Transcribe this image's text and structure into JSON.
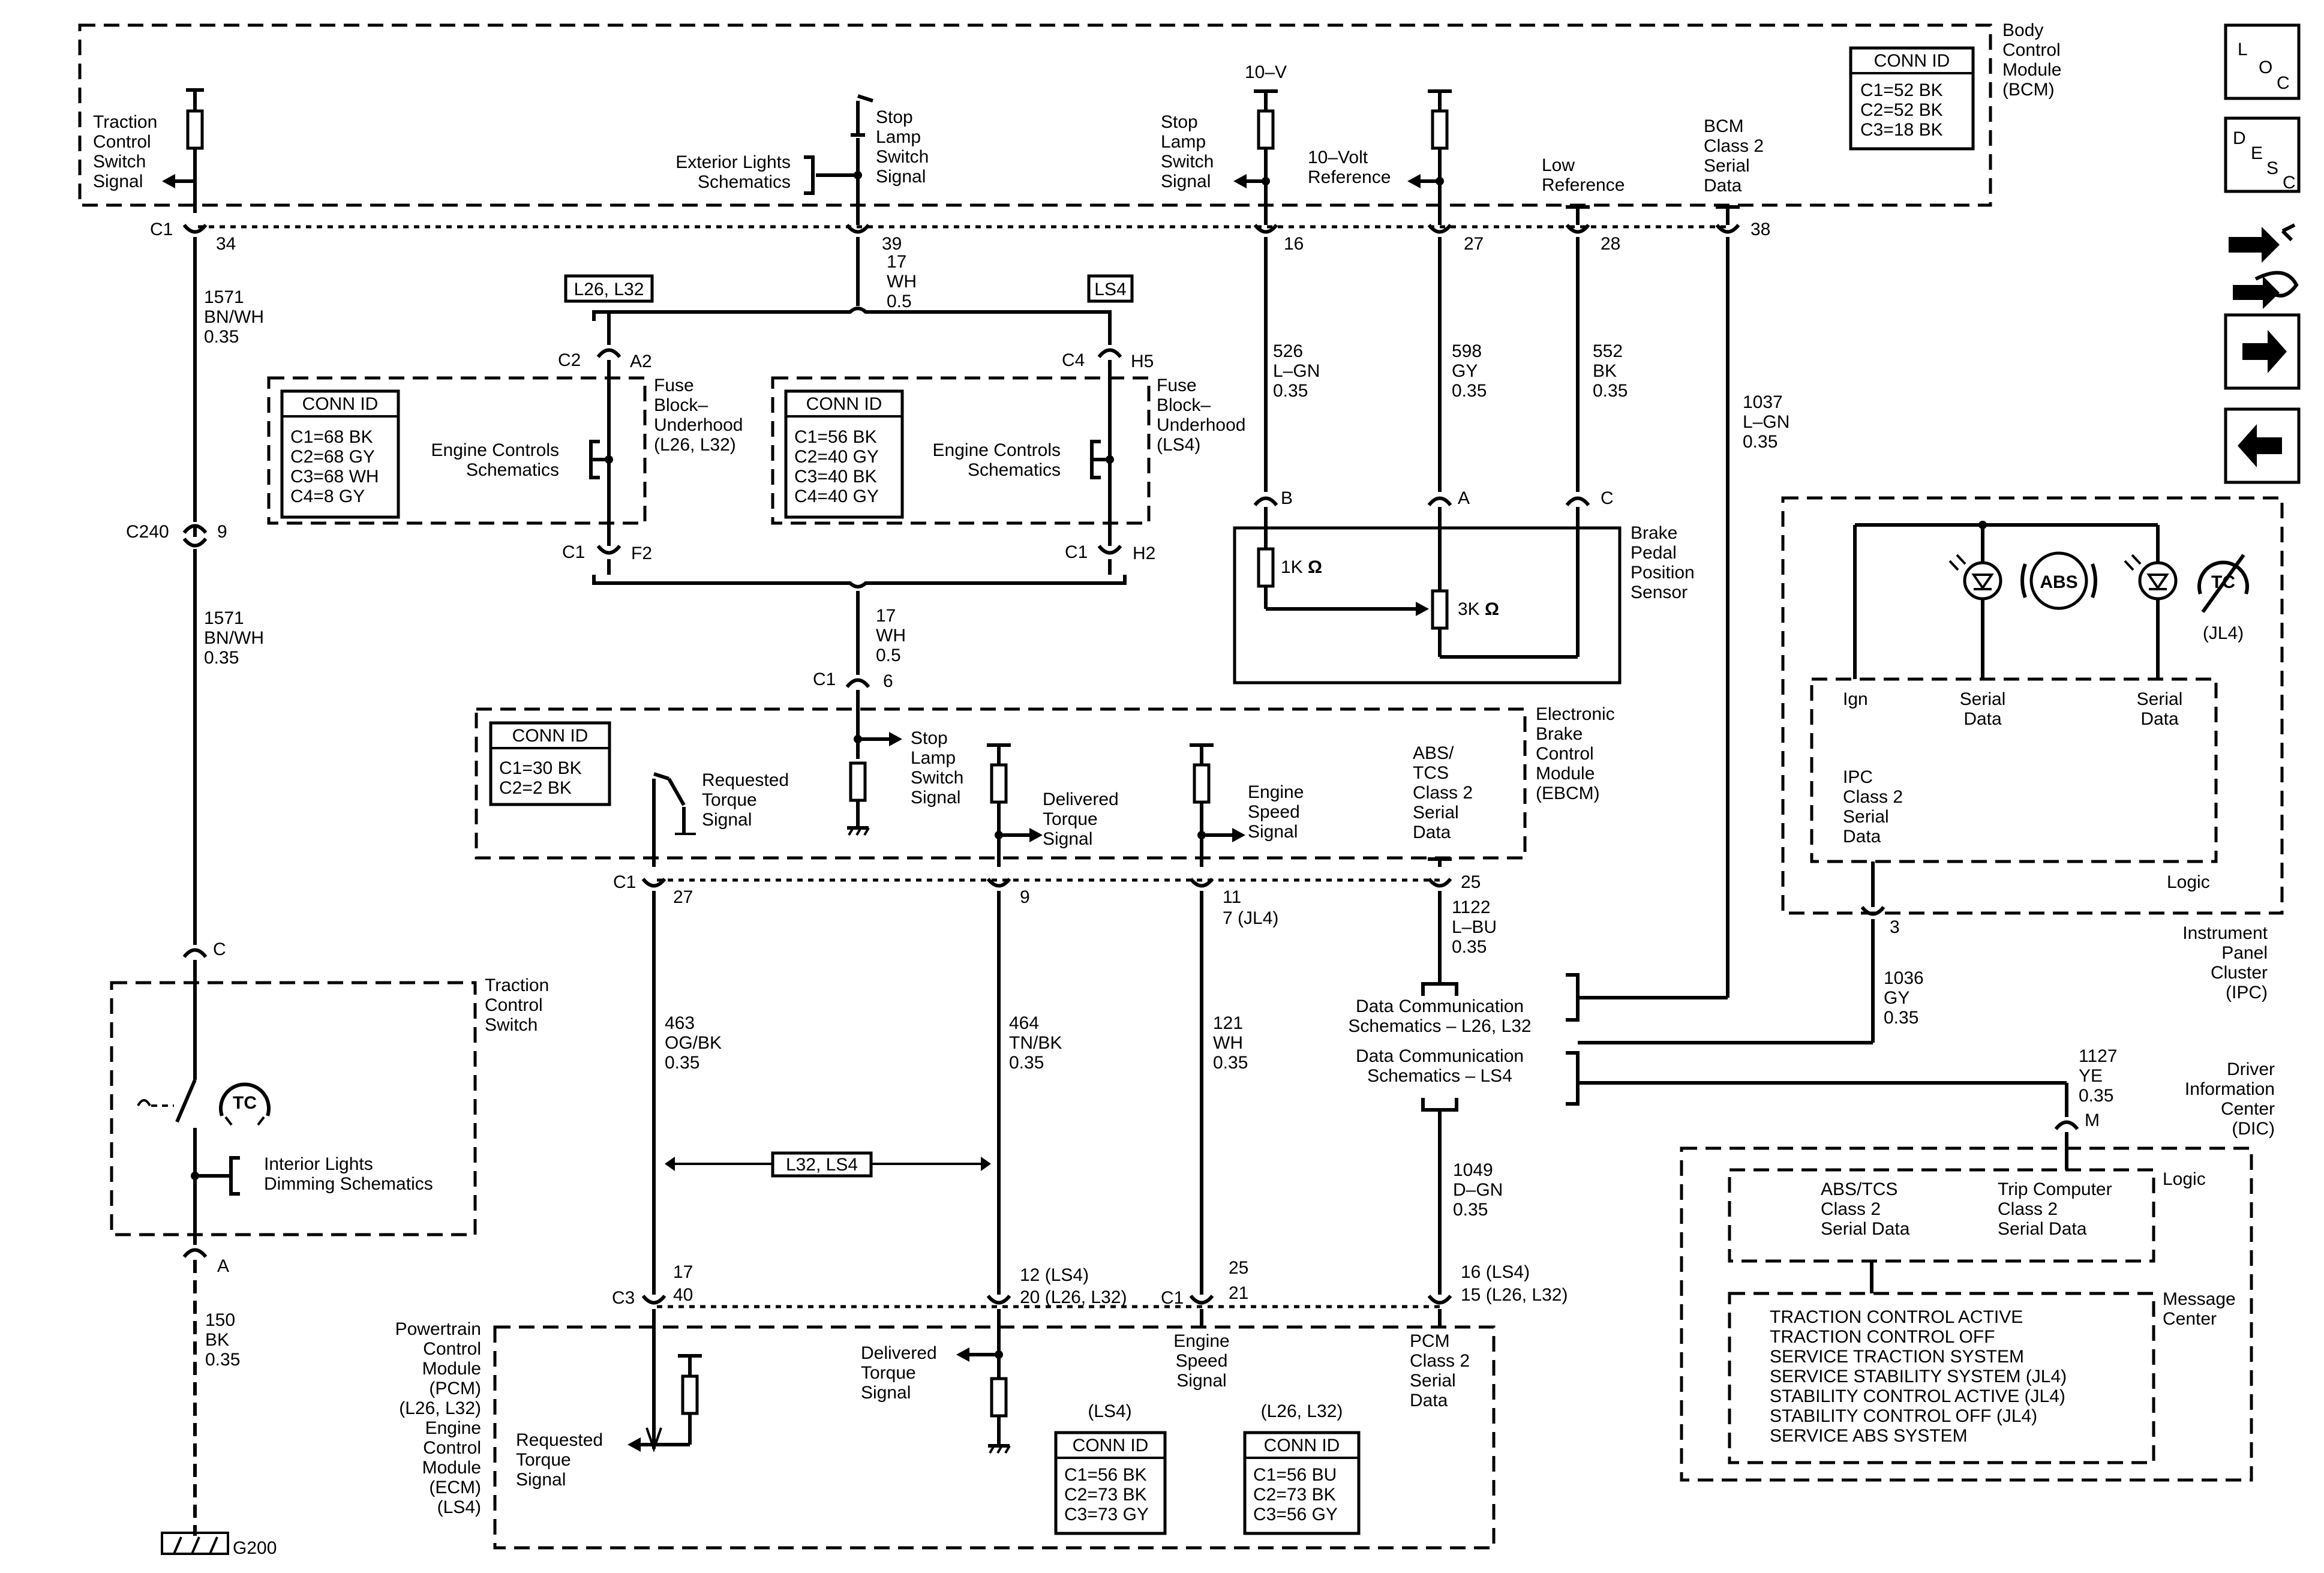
{
  "modules": {
    "bcm": "Body\nControl\nModule\n(BCM)",
    "ebcm": "Electronic\nBrake\nControl\nModule\n(EBCM)",
    "ipc": "Instrument\nPanel\nCluster\n(IPC)",
    "dic": "Driver\nInformation\nCenter\n(DIC)",
    "pcm": "Powertrain\nControl\nModule\n(PCM)\n(L26, L32)\nEngine\nControl\nModule\n(ECM)\n(LS4)",
    "tcs_switch": "Traction\nControl\nSwitch",
    "bpp_sensor": "Brake\nPedal\nPosition\nSensor",
    "fuse_block_a": "Fuse\nBlock–\nUnderhood\n(L26, L32)",
    "fuse_block_b": "Fuse\nBlock–\nUnderhood\n(LS4)"
  },
  "conn_ids": {
    "title": "CONN ID",
    "bcm": [
      "C1=52 BK",
      "C2=52 BK",
      "C3=18 BK"
    ],
    "fuse_a": [
      "C1=68 BK",
      "C2=68 GY",
      "C3=68 WH",
      "C4=8 GY"
    ],
    "fuse_b": [
      "C1=56 BK",
      "C2=40 GY",
      "C3=40 BK",
      "C4=40 GY"
    ],
    "ebcm": [
      "C1=30 BK",
      "C2=2 BK"
    ],
    "pcm_ls4": [
      "C1=56 BK",
      "C2=73 BK",
      "C3=73 GY"
    ],
    "pcm_l26": [
      "C1=56 BU",
      "C2=73 BK",
      "C3=56 GY"
    ]
  },
  "options": {
    "l26_l32": "L26, L32",
    "ls4": "LS4",
    "l32_ls4": "L32, LS4",
    "ls4_paren": "(LS4)",
    "l26_l32_paren": "(L26, L32)",
    "jl4": "(JL4)"
  },
  "labels": {
    "tcs_signal": "Traction\nControl\nSwitch\nSignal",
    "stop_lamp_switch": "Stop\nLamp\nSwitch\nSignal",
    "exterior_lights": "Exterior Lights\nSchematics",
    "stop_lamp_switch_bcm": "Stop\nLamp\nSwitch\nSignal",
    "ten_v": "10–V",
    "ten_v_ref": "10–Volt\nReference",
    "low_ref": "Low\nReference",
    "bcm_class2": "BCM\nClass 2\nSerial\nData",
    "engine_controls": "Engine Controls\nSchematics",
    "res_1k": "1K",
    "res_3k": "3K",
    "ohm": "Ω",
    "requested_torque": "Requested\nTorque\nSignal",
    "stop_lamp_ebcm": "Stop\nLamp\nSwitch\nSignal",
    "delivered_torque": "Delivered\nTorque\nSignal",
    "engine_speed": "Engine\nSpeed\nSignal",
    "abs_tcs_class2": "ABS/\nTCS\nClass 2\nSerial\nData",
    "data_comm_l26": "Data Communication\nSchematics – L26, L32",
    "data_comm_ls4": "Data Communication\nSchematics – LS4",
    "interior_lights": "Interior Lights\nDimming Schematics",
    "ign": "Ign",
    "serial_data": "Serial\nData",
    "ipc_class2": "IPC\nClass 2\nSerial\nData",
    "logic": "Logic",
    "abs_tcs_serial": "ABS/TCS\nClass 2\nSerial Data",
    "trip_computer": "Trip Computer\nClass 2\nSerial Data",
    "message_center": "Message\nCenter",
    "requested_torque_pcm": "Requested\nTorque\nSignal",
    "delivered_torque_pcm": "Delivered\nTorque\nSignal",
    "engine_speed_pcm": "Engine\nSpeed\nSignal",
    "pcm_class2": "PCM\nClass 2\nSerial\nData",
    "abs_icon": "ABS",
    "tc_icon": "TC",
    "g200": "G200"
  },
  "messages": [
    "TRACTION CONTROL ACTIVE",
    "TRACTION CONTROL OFF",
    "SERVICE TRACTION SYSTEM",
    "SERVICE STABILITY SYSTEM (JL4)",
    "STABILITY CONTROL ACTIVE (JL4)",
    "STABILITY CONTROL OFF (JL4)",
    "SERVICE ABS SYSTEM"
  ],
  "connectors": {
    "c1": "C1",
    "c2": "C2",
    "c3": "C3",
    "c4": "C4",
    "c240": "C240",
    "c": "C",
    "a": "A",
    "b": "B",
    "m": "M"
  },
  "pins": {
    "p34": "34",
    "p39": "39",
    "p16": "16",
    "p27": "27",
    "p28": "28",
    "p38": "38",
    "a2": "A2",
    "h5": "H5",
    "f2": "F2",
    "h2": "H2",
    "p6": "6",
    "p9": "9",
    "p9b": "9",
    "p11": "11",
    "p7jl4": "7 (JL4)",
    "p25": "25",
    "p27b": "27",
    "p3": "3",
    "p17": "17",
    "p40": "40",
    "p12ls4": "12 (LS4)",
    "p20l26": "20 (L26, L32)",
    "p25b": "25",
    "p21": "21",
    "p16ls4": "16 (LS4)",
    "p15l26": "15 (L26, L32)"
  },
  "wires": {
    "w1571a": "1571\nBN/WH\n0.35",
    "w1571b": "1571\nBN/WH\n0.35",
    "w17a": "17\nWH\n0.5",
    "w17b": "17\nWH\n0.5",
    "w526": "526\nL–GN\n0.35",
    "w598": "598\nGY\n0.35",
    "w552": "552\nBK\n0.35",
    "w1037": "1037\nL–GN\n0.35",
    "w150": "150\nBK\n0.35",
    "w463": "463\nOG/BK\n0.35",
    "w464": "464\nTN/BK\n0.35",
    "w121": "121\nWH\n0.35",
    "w1122": "1122\nL–BU\n0.35",
    "w1049": "1049\nD–GN\n0.35",
    "w1036": "1036\nGY\n0.35",
    "w1127": "1127\nYE\n0.35"
  },
  "nav_icons": {
    "loc": [
      "L",
      "O",
      "C"
    ],
    "desc": [
      "D",
      "E",
      "S",
      "C"
    ]
  }
}
